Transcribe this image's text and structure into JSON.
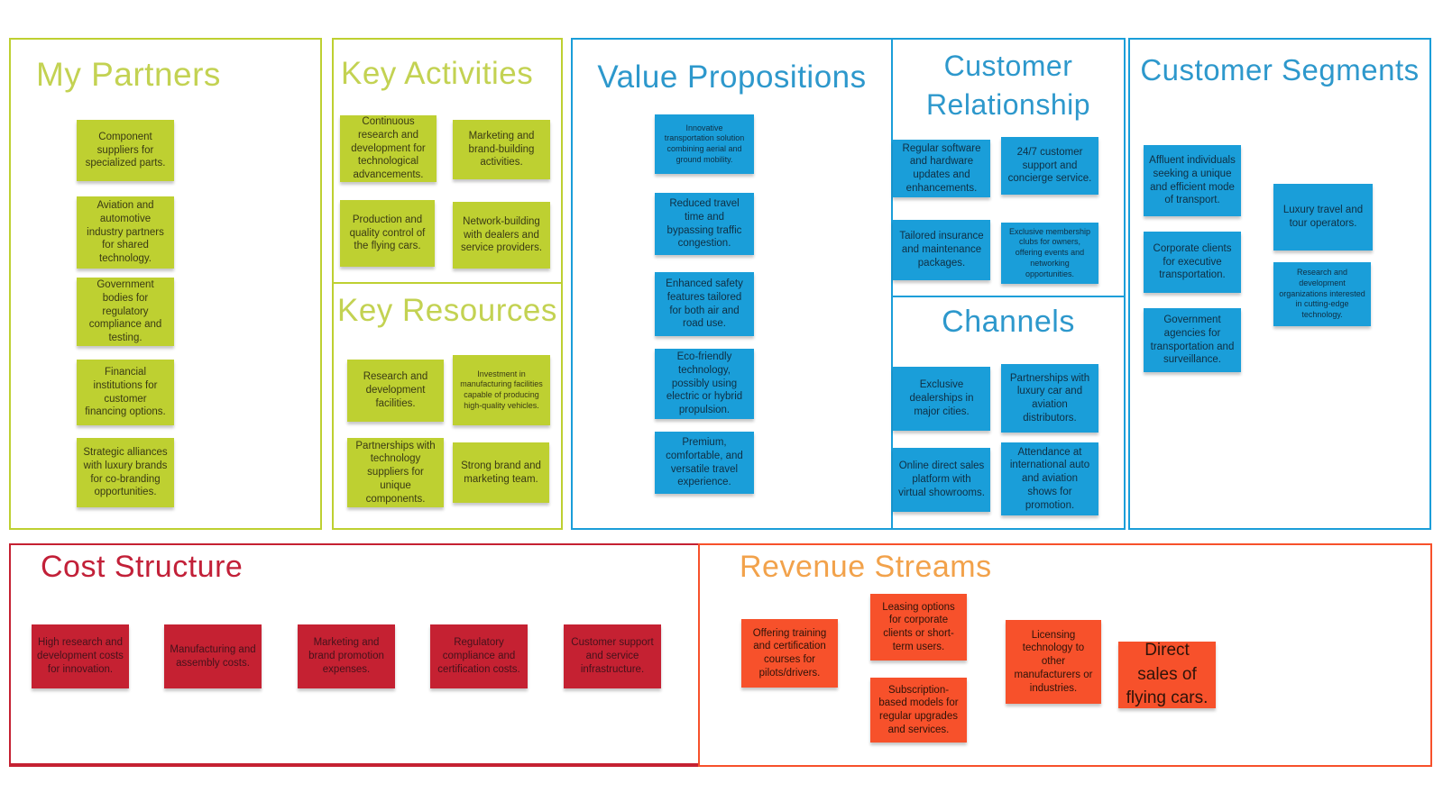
{
  "colors": {
    "green_card": "#bed031",
    "green_title": "#c3d252",
    "blue_card": "#1a9ed9",
    "blue_title": "#2d98cc",
    "red_card": "#c52132",
    "red_title": "#c22038",
    "orange_card": "#f7512b",
    "orange_title": "#f2a24b"
  },
  "canvas": {
    "my_partners": {
      "title": "My Partners",
      "cards": [
        "Component suppliers for specialized parts.",
        "Aviation and automotive industry partners for shared technology.",
        "Government bodies for regulatory compliance and testing.",
        "Financial institutions for customer financing options.",
        "Strategic alliances with luxury brands for co-branding opportunities."
      ]
    },
    "key_activities": {
      "title": "Key Activities",
      "cards": [
        "Continuous research and development for technological advancements.",
        "Marketing and brand-building activities.",
        "Production and quality control of the flying cars.",
        "Network-building with dealers and service providers."
      ]
    },
    "key_resources": {
      "title": "Key Resources",
      "cards": [
        "Research and development facilities.",
        "Investment in manufacturing facilities capable of producing high-quality vehicles.",
        "Partnerships with technology suppliers for unique components.",
        "Strong brand and marketing team."
      ]
    },
    "value_propositions": {
      "title": "Value Propositions",
      "cards": [
        "Innovative transportation solution combining aerial and ground mobility.",
        "Reduced travel time and bypassing traffic congestion.",
        "Enhanced safety features tailored for both air and road use.",
        "Eco-friendly technology, possibly using electric or hybrid propulsion.",
        "Premium, comfortable, and versatile travel experience."
      ]
    },
    "customer_relationship": {
      "title": "Customer Relationship",
      "cards": [
        "Regular software and hardware updates and enhancements.",
        "24/7 customer support and concierge service.",
        "Tailored insurance and maintenance packages.",
        "Exclusive membership clubs for owners, offering events and networking opportunities."
      ]
    },
    "channels": {
      "title": "Channels",
      "cards": [
        "Exclusive dealerships in major cities.",
        "Partnerships with luxury car and aviation distributors.",
        "Online direct sales platform with virtual showrooms.",
        "Attendance at international auto and aviation shows for promotion."
      ]
    },
    "customer_segments": {
      "title": "Customer Segments",
      "cards": [
        "Affluent individuals seeking a unique and efficient mode of transport.",
        "Corporate clients for executive transportation.",
        "Government agencies for transportation and surveillance.",
        "Luxury travel and tour operators.",
        "Research and development organizations interested in cutting-edge technology."
      ]
    },
    "cost_structure": {
      "title": "Cost Structure",
      "cards": [
        "High research and development costs for innovation.",
        "Manufacturing and assembly costs.",
        "Marketing and brand promotion expenses.",
        "Regulatory compliance and certification costs.",
        "Customer support and service infrastructure."
      ]
    },
    "revenue_streams": {
      "title": "Revenue Streams",
      "cards": [
        "Offering training and certification courses for pilots/drivers.",
        "Leasing options for corporate clients or short-term users.",
        "Subscription-based models for regular upgrades and services.",
        "Licensing technology to other manufacturers or industries.",
        "Direct sales of flying cars."
      ]
    }
  }
}
